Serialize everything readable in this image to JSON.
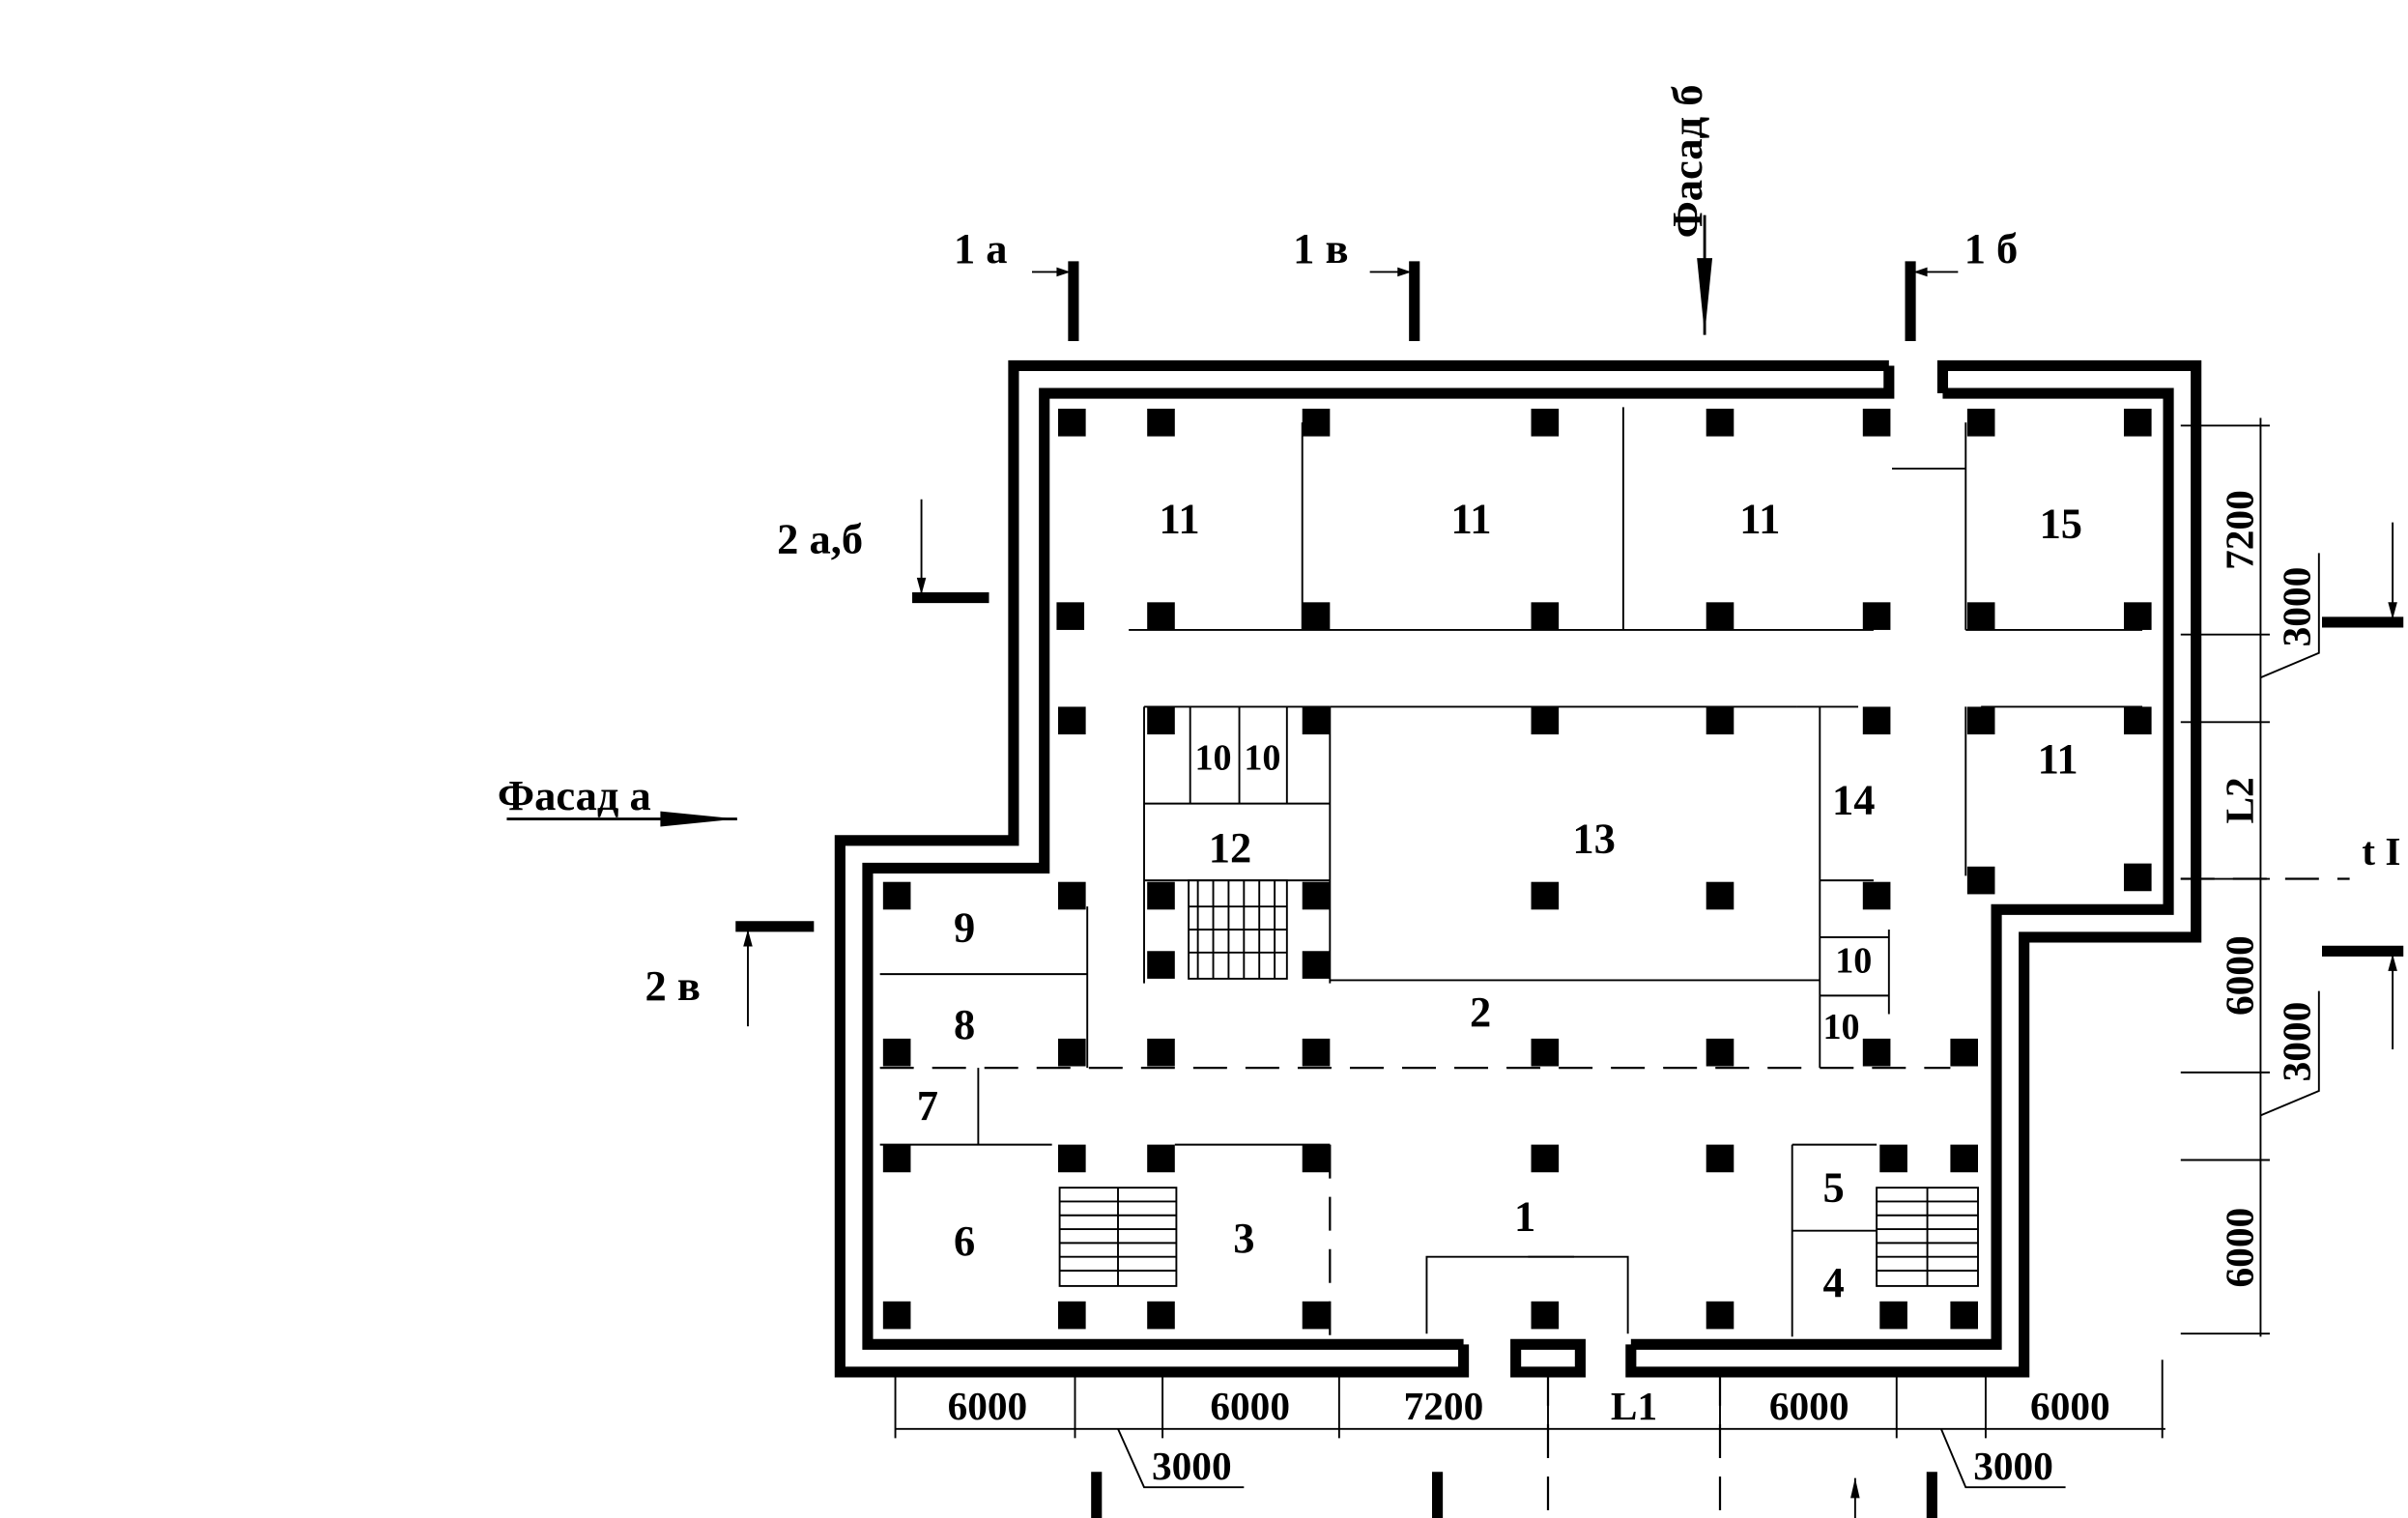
{
  "rooms": {
    "r11a": "11",
    "r11b": "11",
    "r11c": "11",
    "r15": "15",
    "r11d": "11",
    "r10a": "10",
    "r10b": "10",
    "r12": "12",
    "r13": "13",
    "r14": "14",
    "r9": "9",
    "r8": "8",
    "r7": "7",
    "r6": "6",
    "r3": "3",
    "r2": "2",
    "r1": "1",
    "r5": "5",
    "r4": "4",
    "r10c": "10",
    "r10d": "10"
  },
  "facades": {
    "a": "Фасад а",
    "b": "Фасад б"
  },
  "sections": {
    "s1a": "1 а",
    "s1v": "1 в",
    "s1b": "1 б",
    "s2ab": "2 а,б",
    "s2v": "2 в",
    "t": "t I"
  },
  "dimensions": {
    "bottom": [
      "6000",
      "6000",
      "7200",
      "L1",
      "6000",
      "6000"
    ],
    "bottom_offsets": [
      "3000",
      "3000"
    ],
    "right": [
      "7200",
      "L2",
      "6000",
      "6000"
    ],
    "right_offsets": [
      "3000",
      "3000"
    ]
  }
}
